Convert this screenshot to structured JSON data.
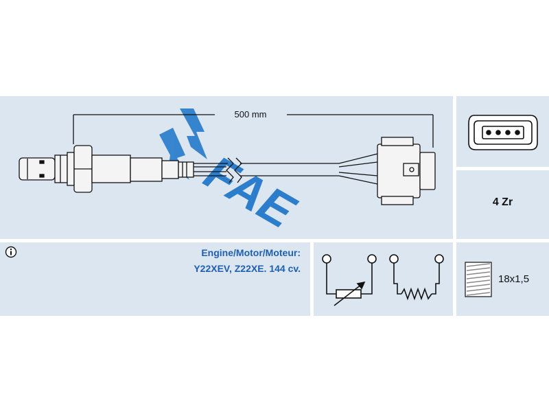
{
  "dimension": {
    "label": "500 mm"
  },
  "brand": {
    "logo_text": "FAE"
  },
  "connector": {
    "label": "4 Zr"
  },
  "info": {
    "icon": "info-circle-icon",
    "line1": "Engine/Motor/Moteur:",
    "line2": "Y22XEV, Z22XE. 144 cv."
  },
  "circuit": {
    "symbols": [
      "variable-resistor-icon",
      "heater-resistor-icon"
    ]
  },
  "thread": {
    "label": "18x1,5",
    "icon": "thread-icon"
  },
  "colors": {
    "panel": "#dbe6f1",
    "logo": "#1a73c8",
    "line": "#111111"
  }
}
